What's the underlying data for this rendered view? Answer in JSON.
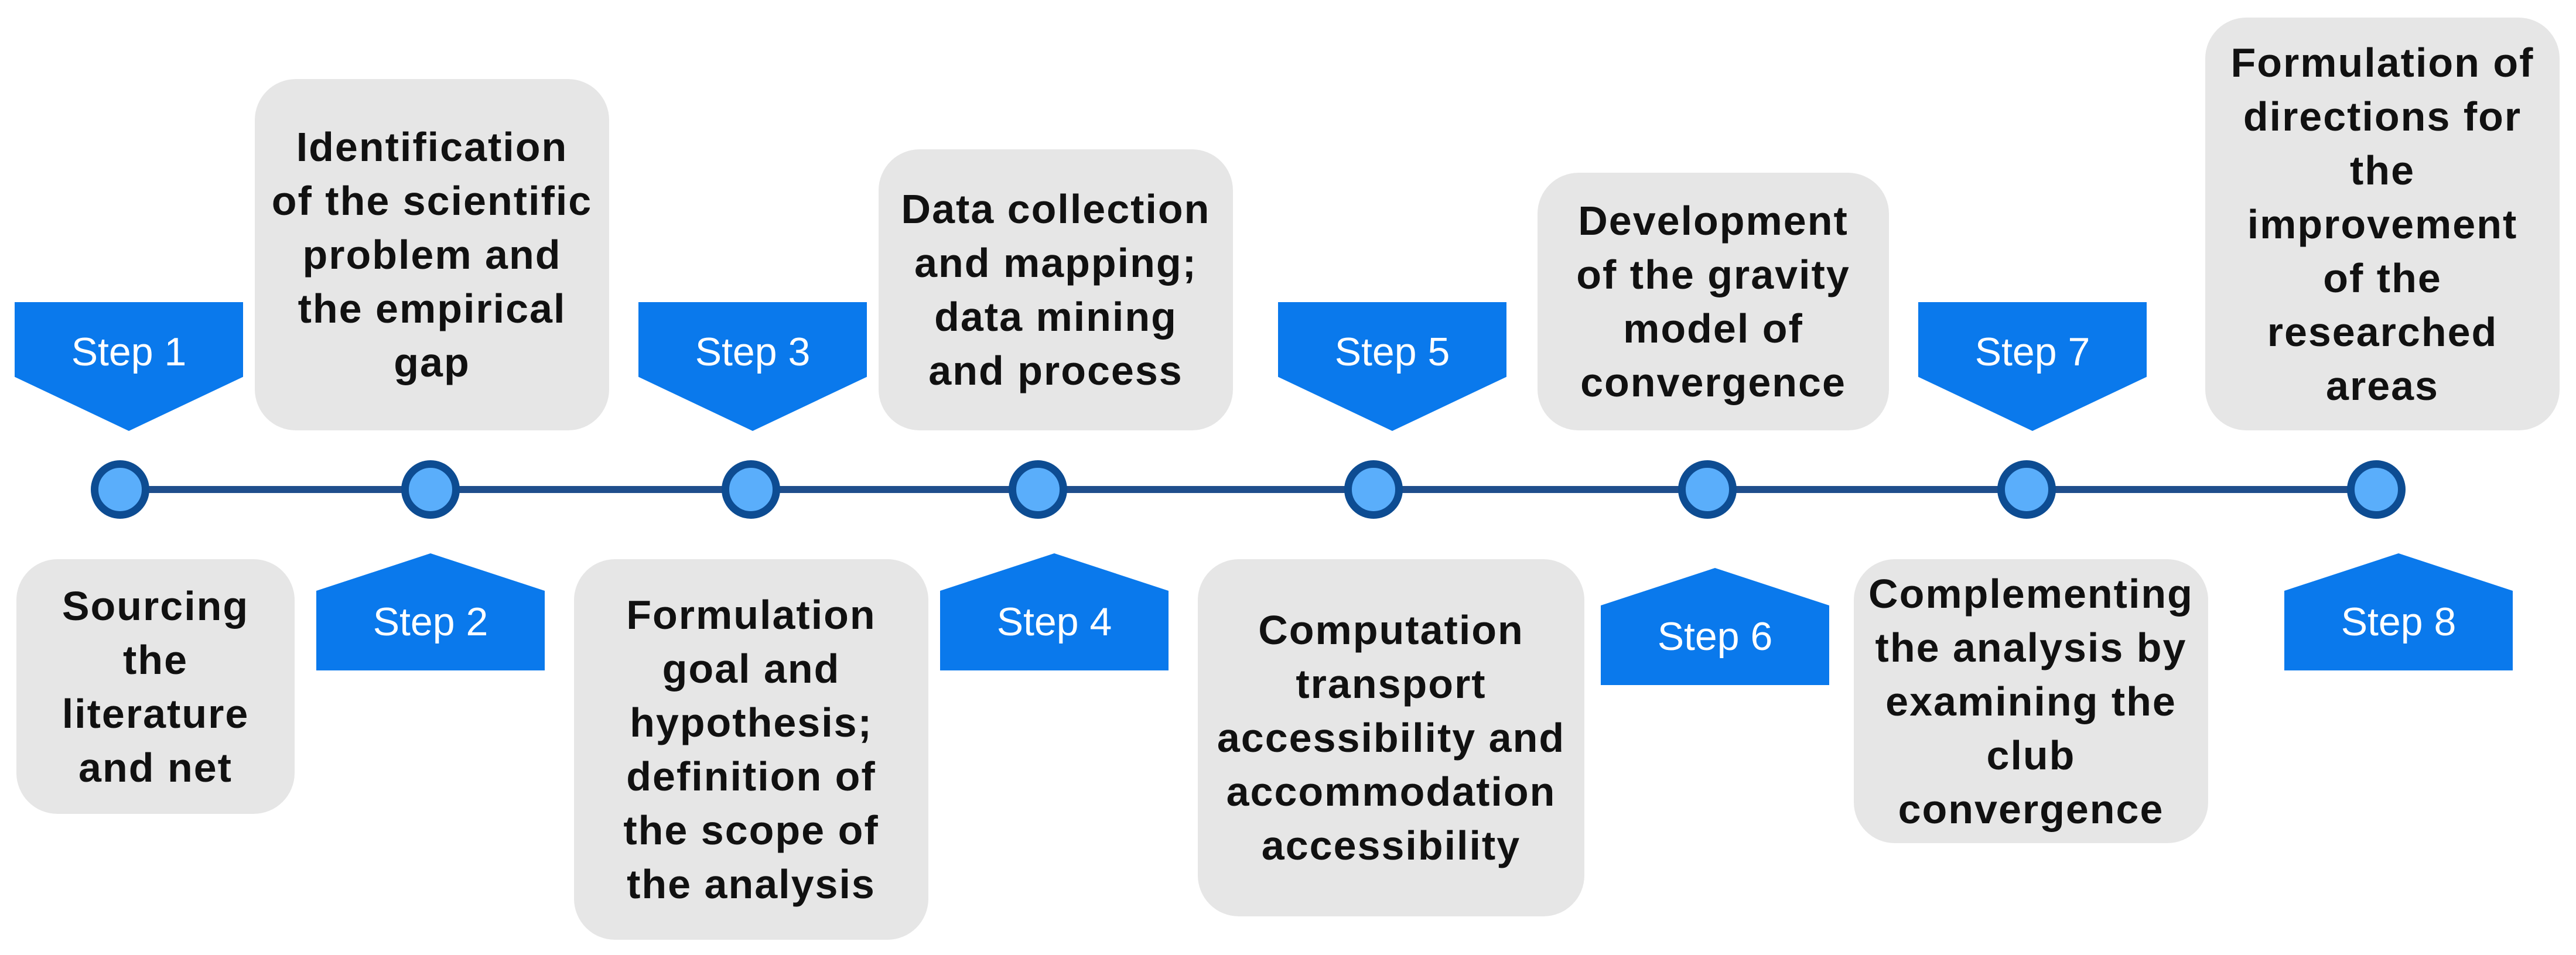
{
  "steps": [
    {
      "label": "Step 1",
      "text": "Sourcing the literature and net"
    },
    {
      "label": "Step 2",
      "text": "Identification of the scientific problem and the empirical gap"
    },
    {
      "label": "Step 3",
      "text": "Formulation goal and hypothesis; definition of the scope of the analysis"
    },
    {
      "label": "Step 4",
      "text": "Data collection and mapping; data mining and process"
    },
    {
      "label": "Step 5",
      "text": "Computation transport accessibility and accommodation accessibility"
    },
    {
      "label": "Step 6",
      "text": "Development of the gravity model of convergence"
    },
    {
      "label": "Step 7",
      "text": "Complementing the analysis by examining the club convergence"
    },
    {
      "label": "Step 8",
      "text": "Formulation of directions for the improvement of the researched areas"
    }
  ],
  "colors": {
    "tag_fill": "#0a79ec",
    "node_fill": "#5aaefb",
    "node_border": "#0d4c92",
    "line": "#1f4e8c",
    "box_fill": "#e6e6e6"
  }
}
